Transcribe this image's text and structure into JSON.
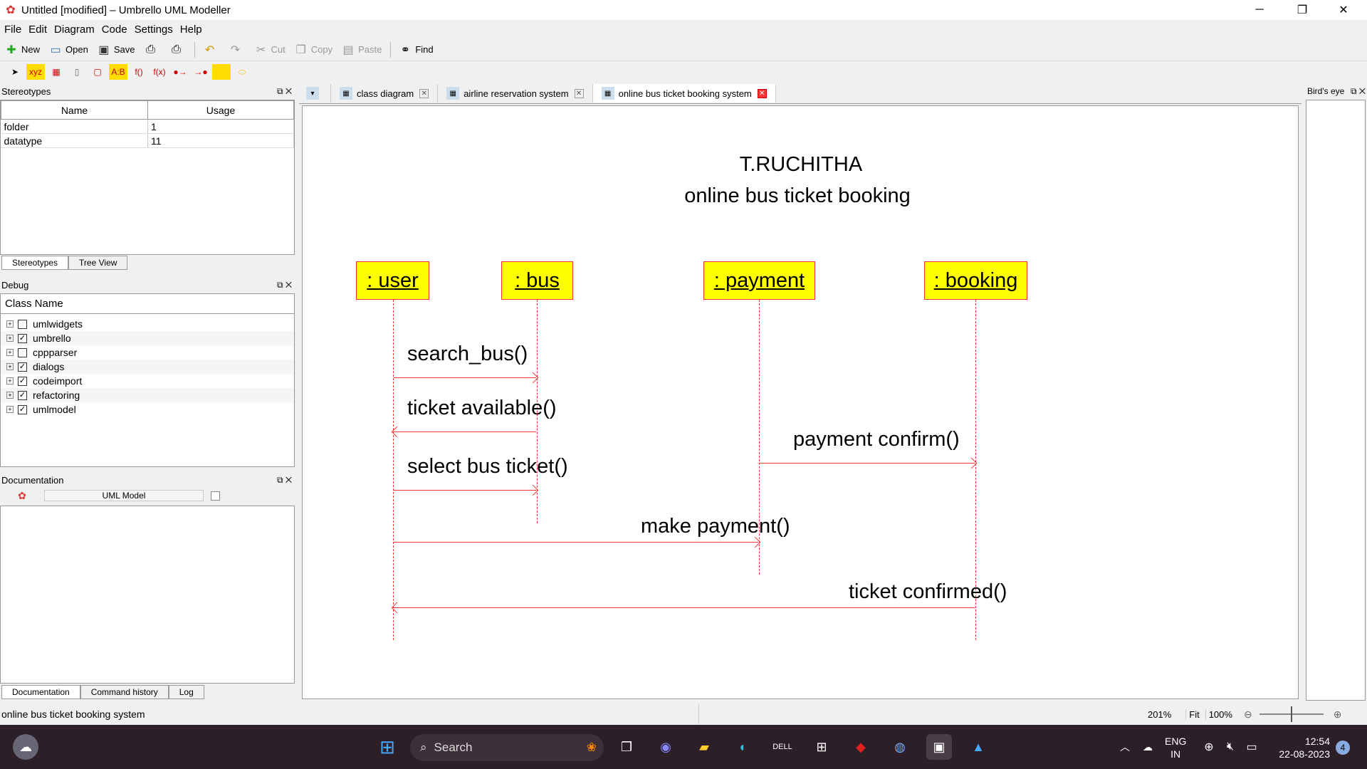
{
  "window": {
    "title": "Untitled [modified] – Umbrello UML Modeller"
  },
  "menu": [
    "File",
    "Edit",
    "Diagram",
    "Code",
    "Settings",
    "Help"
  ],
  "toolbar": {
    "new": "New",
    "open": "Open",
    "save": "Save",
    "cut": "Cut",
    "copy": "Copy",
    "paste": "Paste",
    "find": "Find"
  },
  "stereotypes": {
    "title": "Stereotypes",
    "col_name": "Name",
    "col_usage": "Usage",
    "rows": [
      {
        "name": "folder",
        "usage": "1"
      },
      {
        "name": "datatype",
        "usage": "11"
      }
    ],
    "tab1": "Stereotypes",
    "tab2": "Tree View"
  },
  "debug": {
    "title": "Debug",
    "header": "Class Name",
    "items": [
      {
        "name": "umlwidgets",
        "checked": false
      },
      {
        "name": "umbrello",
        "checked": true
      },
      {
        "name": "cppparser",
        "checked": false
      },
      {
        "name": "dialogs",
        "checked": true
      },
      {
        "name": "codeimport",
        "checked": true
      },
      {
        "name": "refactoring",
        "checked": true
      },
      {
        "name": "umlmodel",
        "checked": true
      }
    ]
  },
  "documentation": {
    "title": "Documentation",
    "model_label": "UML Model",
    "tabs": [
      "Documentation",
      "Command history",
      "Log"
    ]
  },
  "tabs": [
    {
      "label": "class diagram",
      "active": false
    },
    {
      "label": "airline reservation system",
      "active": false
    },
    {
      "label": "online bus ticket booking system",
      "active": true
    }
  ],
  "birds_eye": {
    "title": "Bird's eye"
  },
  "diagram": {
    "author": "T.RUCHITHA",
    "subtitle": "online bus ticket booking",
    "objects": [
      ": user",
      ": bus",
      ": payment",
      ": booking"
    ],
    "messages": [
      "search_bus()",
      "ticket available()",
      "payment confirm()",
      "select bus ticket()",
      "make payment()",
      "ticket confirmed()"
    ]
  },
  "status": {
    "text": "online bus ticket booking system",
    "zoom": "201%",
    "fit": "Fit",
    "hundred": "100%"
  },
  "taskbar": {
    "search": "Search",
    "lang1": "ENG",
    "lang2": "IN",
    "time": "12:54",
    "date": "22-08-2023",
    "notif": "4"
  }
}
